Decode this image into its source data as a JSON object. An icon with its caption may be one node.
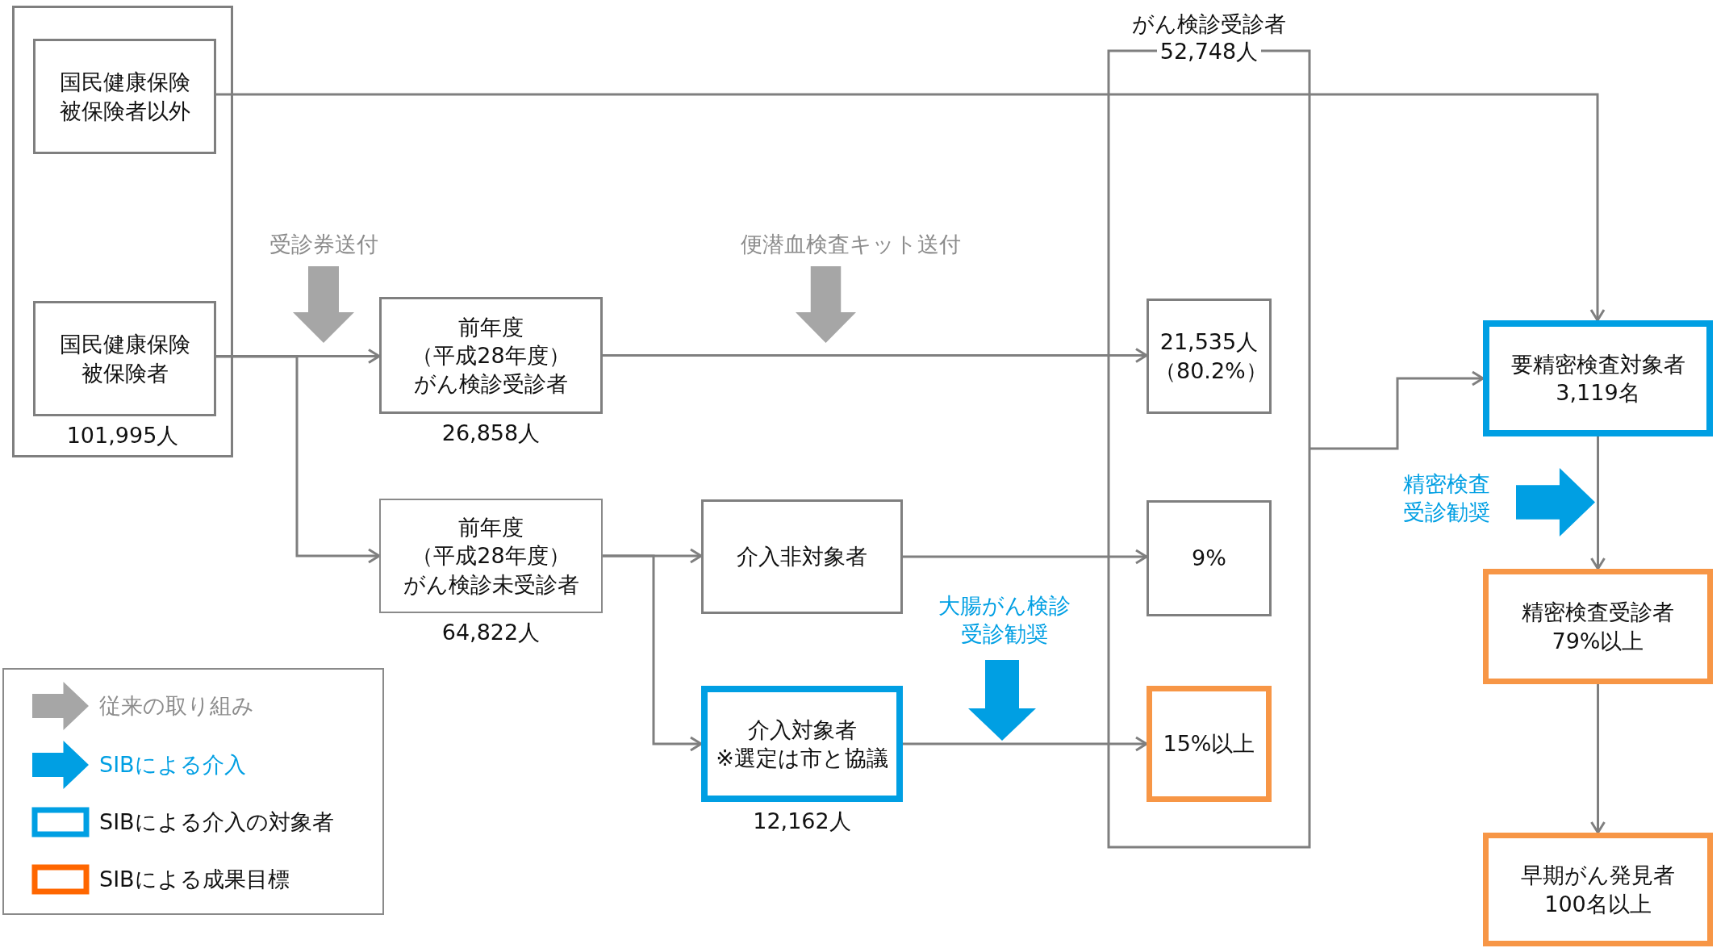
{
  "diagram": {
    "nodes": [
      {
        "text": [
          "101,995人"
        ]
      },
      {
        "text": [
          "国民健康保険被保険者以外"
        ],
        "in": 0
      },
      {
        "text": [
          "国民健康保険被保険者"
        ],
        "in": 0
      },
      {
        "text": [
          "前年度（平成28年度）がん検診受診者"
        ],
        "beside": [
          "26,858人"
        ]
      },
      {
        "text": [
          "前年度（平成28年度）がん検診未受診者"
        ],
        "beside": [
          "64,822人"
        ]
      },
      {
        "text": [
          "介入非対象者"
        ]
      },
      {
        "text": [
          "介入対象者",
          "※選定は市と協議"
        ],
        "beside": [
          "12,162人"
        ]
      },
      {
        "text": [
          "がん検診受診者",
          "52,748人"
        ]
      },
      {
        "text": [
          "21,535人（80.2%）"
        ],
        "in": 7
      },
      {
        "text": [
          "9%"
        ],
        "in": 7
      },
      {
        "text": [
          "15%以上"
        ],
        "in": 7
      },
      {
        "text": [
          "要精密検査対象者3,119名"
        ]
      },
      {
        "text": [
          "精密検査受診者79%以上"
        ]
      },
      {
        "text": [
          "早期がん発見者100名以上"
        ]
      }
    ],
    "edges": [
      {
        "from": 1,
        "to": 11,
        "arrow": "to"
      },
      {
        "from": 2,
        "to": 3,
        "arrow": "to"
      },
      {
        "from": 2,
        "to": 4,
        "arrow": "to"
      },
      {
        "from": 3,
        "to": 8,
        "arrow": "to"
      },
      {
        "from": 4,
        "to": 5,
        "arrow": "to"
      },
      {
        "from": 4,
        "to": 6,
        "arrow": "to"
      },
      {
        "from": 5,
        "to": 9,
        "arrow": "to"
      },
      {
        "from": 6,
        "to": 10,
        "arrow": "to"
      },
      {
        "from": 7,
        "to": 11,
        "arrow": "to"
      },
      {
        "from": 11,
        "to": 12,
        "arrow": "to"
      },
      {
        "from": 12,
        "to": 13,
        "arrow": "to"
      }
    ],
    "labels": [
      "受診券送付",
      "便潜血検査キット送付",
      "大腸がん検診受診勧奨",
      "精密検査受診勧奨"
    ],
    "legend": [
      {
        "text": "従来の取り組み",
        "color": "#a6a6a6"
      },
      {
        "text": "SIBによる介入",
        "color": "#009fe3"
      },
      {
        "text": "SIBによる介入の対象者",
        "color": "#009fe3"
      },
      {
        "text": "SIBによる成果目標",
        "color": "#ff6600"
      }
    ]
  }
}
